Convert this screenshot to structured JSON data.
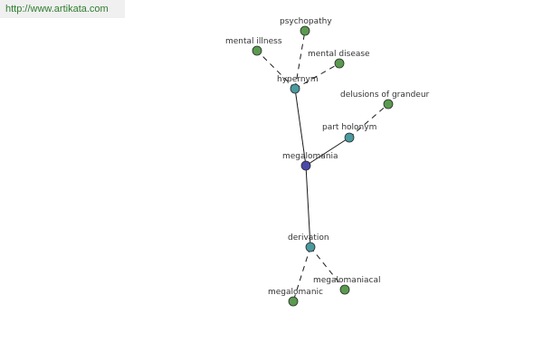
{
  "watermark": {
    "text": "http://www.artikata.com"
  },
  "colors": {
    "leaf": "#5a9a4f",
    "relation": "#4a9aa0",
    "center": "#4a4aa8",
    "edge": "#1a1a1a"
  },
  "nodes": [
    {
      "id": "megalomania",
      "label": "megalomania",
      "kind": "center"
    },
    {
      "id": "hypernym",
      "label": "hypernym",
      "kind": "relation"
    },
    {
      "id": "part-holonym",
      "label": "part holonym",
      "kind": "relation"
    },
    {
      "id": "derivation",
      "label": "derivation",
      "kind": "relation"
    },
    {
      "id": "psychopathy",
      "label": "psychopathy",
      "kind": "leaf"
    },
    {
      "id": "mental-illness",
      "label": "mental illness",
      "kind": "leaf"
    },
    {
      "id": "mental-disease",
      "label": "mental disease",
      "kind": "leaf"
    },
    {
      "id": "delusions-of-grandeur",
      "label": "delusions of grandeur",
      "kind": "leaf"
    },
    {
      "id": "megalomaniacal",
      "label": "megalomaniacal",
      "kind": "leaf"
    },
    {
      "id": "megalomanic",
      "label": "megalomanic",
      "kind": "leaf"
    }
  ],
  "edges": [
    {
      "from": "megalomania",
      "to": "hypernym",
      "style": "solid"
    },
    {
      "from": "megalomania",
      "to": "part-holonym",
      "style": "solid"
    },
    {
      "from": "megalomania",
      "to": "derivation",
      "style": "solid"
    },
    {
      "from": "hypernym",
      "to": "psychopathy",
      "style": "dashed"
    },
    {
      "from": "hypernym",
      "to": "mental-illness",
      "style": "dashed"
    },
    {
      "from": "hypernym",
      "to": "mental-disease",
      "style": "dashed"
    },
    {
      "from": "part-holonym",
      "to": "delusions-of-grandeur",
      "style": "dashed"
    },
    {
      "from": "derivation",
      "to": "megalomaniacal",
      "style": "dashed"
    },
    {
      "from": "derivation",
      "to": "megalomanic",
      "style": "dashed"
    }
  ]
}
